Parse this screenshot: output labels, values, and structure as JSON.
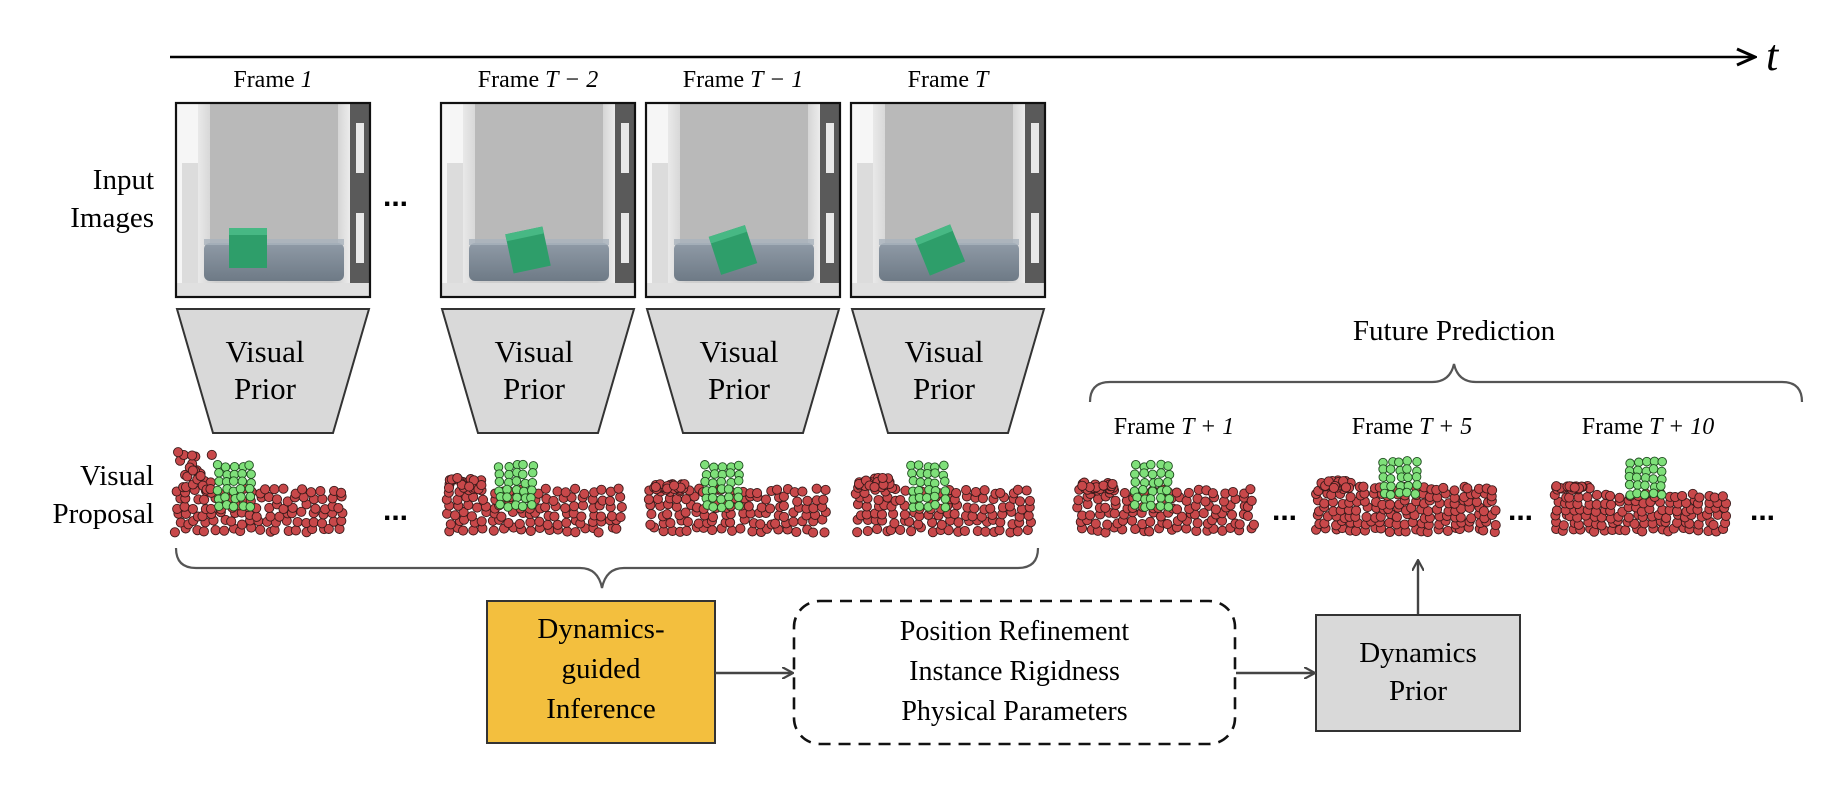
{
  "axis": {
    "time_symbol": "t"
  },
  "row_labels": {
    "input_images": [
      "Input",
      "Images"
    ],
    "visual_proposal": [
      "Visual",
      "Proposal"
    ]
  },
  "input_frames": [
    {
      "prefix": "Frame",
      "index": "1"
    },
    {
      "prefix": "Frame",
      "index": "T − 2"
    },
    {
      "prefix": "Frame",
      "index": "T − 1"
    },
    {
      "prefix": "Frame",
      "index": "T"
    }
  ],
  "encoder": {
    "label_line1": "Visual",
    "label_line2": "Prior"
  },
  "ellipsis": "...",
  "future": {
    "title": "Future Prediction",
    "frames": [
      {
        "prefix": "Frame",
        "index": "T + 1"
      },
      {
        "prefix": "Frame",
        "index": "T + 5"
      },
      {
        "prefix": "Frame",
        "index": "T + 10"
      }
    ]
  },
  "inference_box": {
    "lines": [
      "Dynamics-",
      "guided",
      "Inference"
    ],
    "color": "#F3BF3E"
  },
  "refinement_box": {
    "lines": [
      "Position Refinement",
      "Instance Rigidness",
      "Physical Parameters"
    ]
  },
  "dynamics_prior_box": {
    "lines": [
      "Dynamics",
      "Prior"
    ],
    "color": "#D9D9D9"
  },
  "colors": {
    "fluid_particle": "#C8484A",
    "rigid_particle": "#7FE07A",
    "cube": "#2E9E6A",
    "container": "#B9B9B9"
  }
}
